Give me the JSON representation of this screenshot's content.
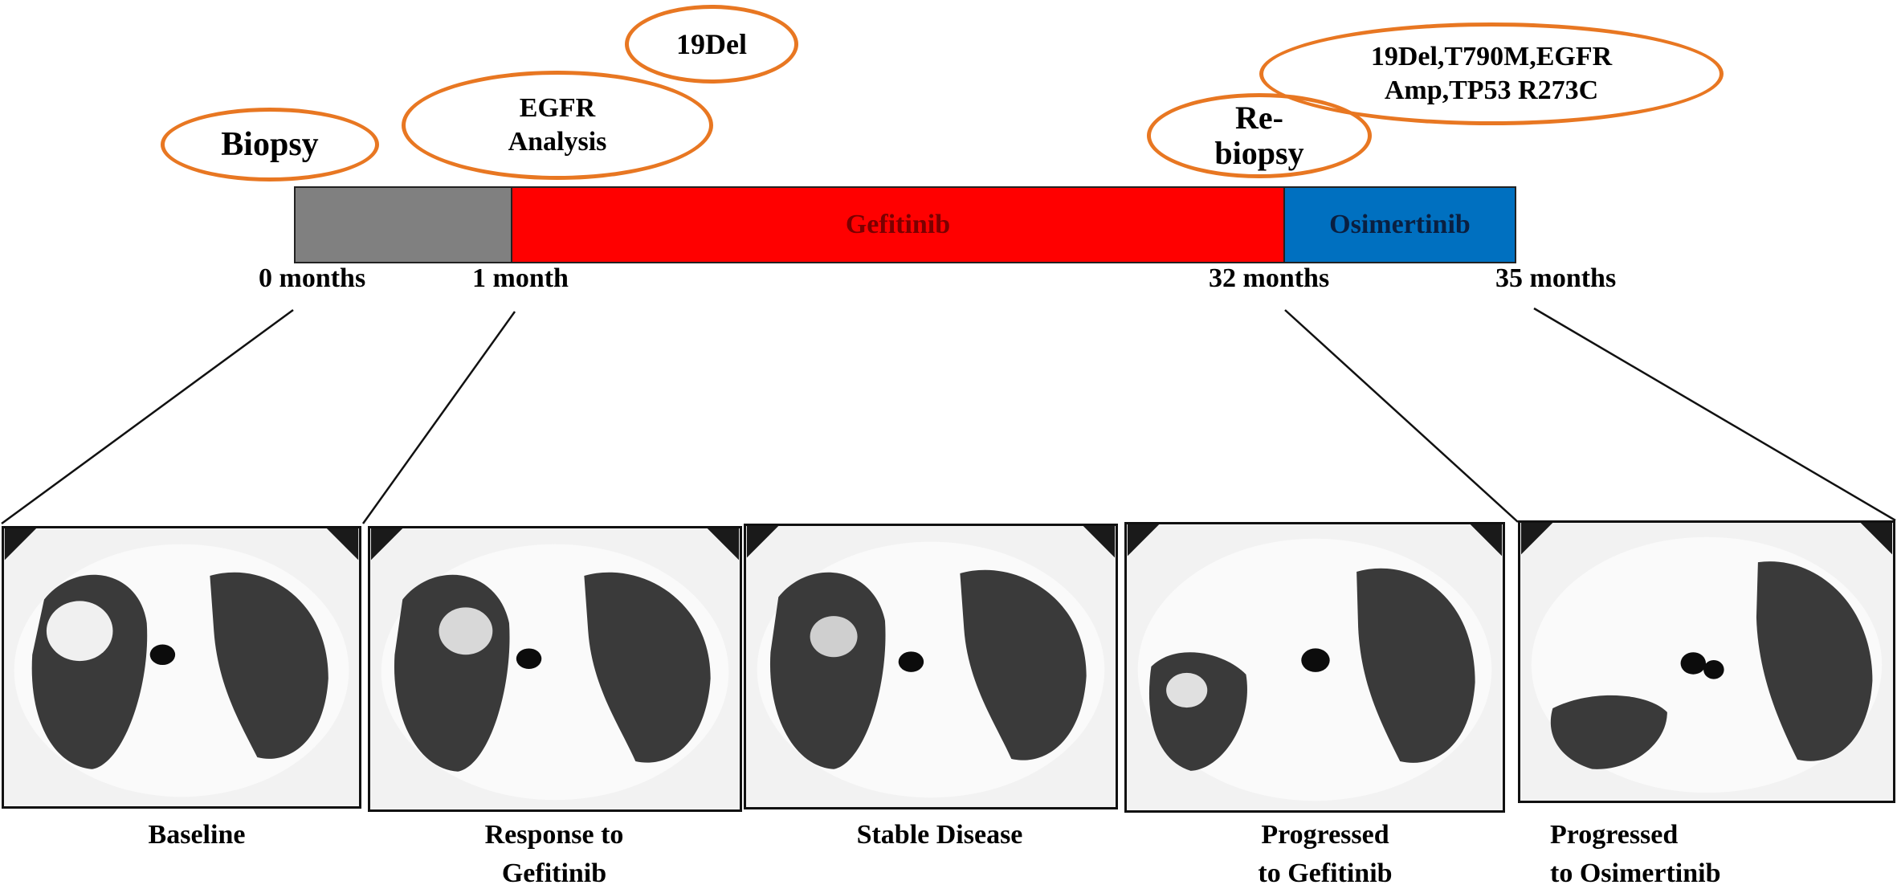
{
  "annotations": {
    "biopsy": "Biopsy",
    "egfr_analysis": "EGFR\nAnalysis",
    "del19": "19Del",
    "rebiopsy": "Re-\nbiopsy",
    "mutations": "19Del,T790M,EGFR\nAmp,TP53  R273C"
  },
  "timeline": {
    "segments": [
      {
        "label": "",
        "color": "#808080"
      },
      {
        "label": "Gefitinib",
        "color": "#FF0000"
      },
      {
        "label": "Osimertinib",
        "color": "#0070C0"
      }
    ],
    "ticks": [
      "0 months",
      "1 month",
      "32 months",
      "35 months"
    ]
  },
  "scans": [
    {
      "caption": "Baseline"
    },
    {
      "caption": "Response to\nGefitinib"
    },
    {
      "caption": "Stable Disease"
    },
    {
      "caption": "Progressed\nto Gefitinib"
    },
    {
      "caption": "Progressed\nto Osimertinib"
    }
  ],
  "colors": {
    "bubble_outline": "#E87722",
    "lung_dark": "#3a3a3a",
    "tissue_light": "#f0f0f0"
  }
}
